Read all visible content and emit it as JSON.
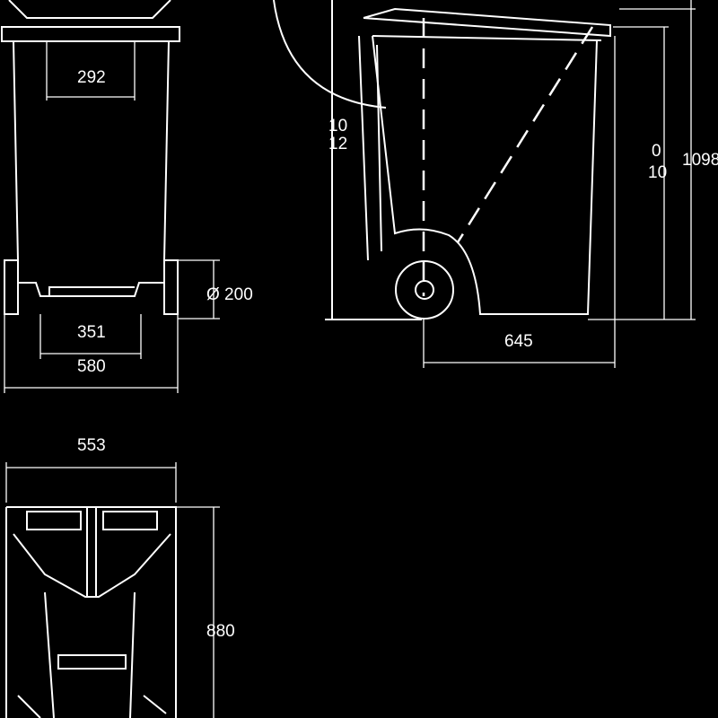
{
  "drawing": {
    "front_view": {
      "top_opening_width": "292",
      "base_inner_width": "351",
      "overall_width": "580",
      "wheel_diameter": "Ø 200"
    },
    "side_view": {
      "lid_label_top": "10",
      "lid_label_bottom": "12",
      "inner_label_top": "0",
      "inner_label_bottom": "10",
      "overall_height": "1098",
      "depth": "645"
    },
    "bottom_view": {
      "width": "553",
      "length": "880"
    }
  },
  "colors": {
    "background": "#000000",
    "lines": "#ffffff"
  }
}
